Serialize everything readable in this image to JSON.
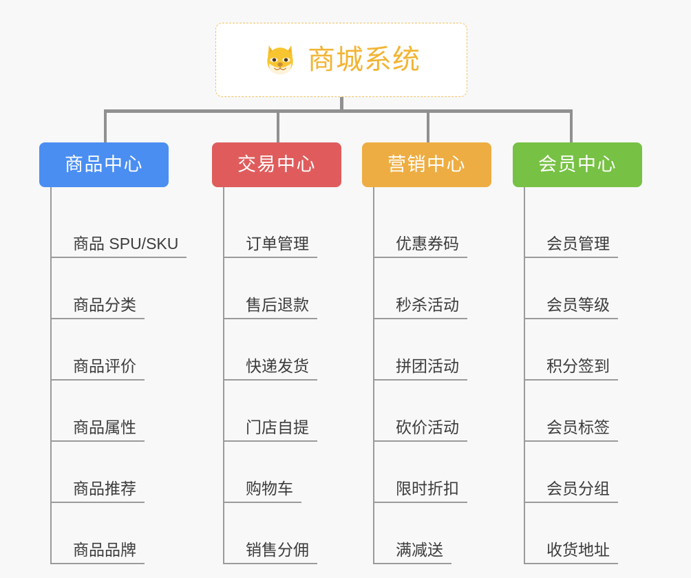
{
  "page": {
    "background_color": "#f8f8f8",
    "type": "organization-mindmap"
  },
  "root": {
    "title": "商城系统",
    "icon": "shiba-dog-face-icon",
    "text_color": "#f2b434",
    "border_color": "#f0c060",
    "background_color": "#ffffff"
  },
  "connector": {
    "color": "#909090"
  },
  "categories": [
    {
      "label": "商品中心",
      "color": "#4a8ef2",
      "items": [
        "商品 SPU/SKU",
        "商品分类",
        "商品评价",
        "商品属性",
        "商品推荐",
        "商品品牌"
      ]
    },
    {
      "label": "交易中心",
      "color": "#e05c5c",
      "items": [
        "订单管理",
        "售后退款",
        "快递发货",
        "门店自提",
        "购物车",
        "销售分佣"
      ]
    },
    {
      "label": "营销中心",
      "color": "#eead42",
      "items": [
        "优惠券码",
        "秒杀活动",
        "拼团活动",
        "砍价活动",
        "限时折扣",
        "满减送"
      ]
    },
    {
      "label": "会员中心",
      "color": "#77c144",
      "items": [
        "会员管理",
        "会员等级",
        "积分签到",
        "会员标签",
        "会员分组",
        "收货地址"
      ]
    }
  ]
}
